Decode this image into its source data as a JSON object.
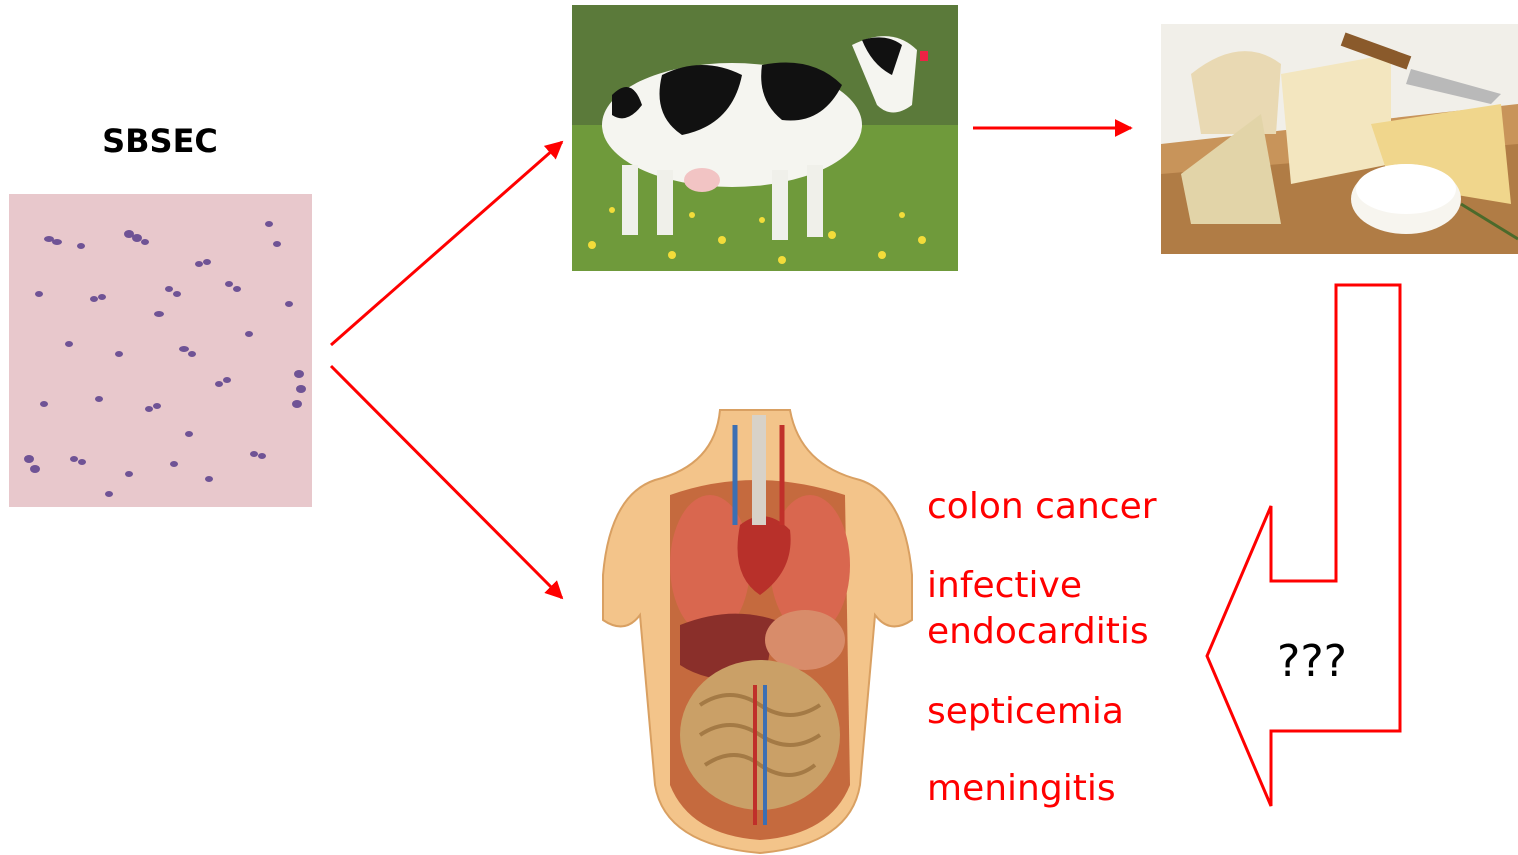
{
  "title": "SBSEC",
  "diseases": [
    "colon cancer",
    "infective\nendocarditis",
    "septicemia",
    "meningitis"
  ],
  "unknown_label": "???",
  "images": {
    "micrograph": "bacteria-micrograph-image",
    "cow": "cow-image",
    "cheese": "cheese-image",
    "anatomy": "human-anatomy-image"
  },
  "colors": {
    "arrow": "#ff0000",
    "disease_text": "#ff0000"
  }
}
